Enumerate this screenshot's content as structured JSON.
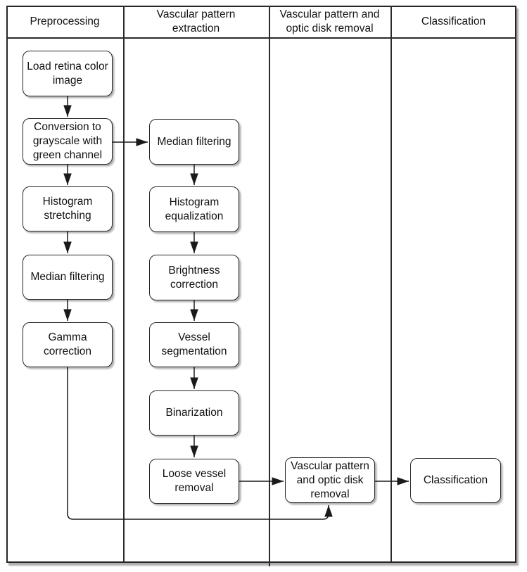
{
  "header": {
    "columns": [
      {
        "label": "Preprocessing"
      },
      {
        "label": "Vascular pattern extraction"
      },
      {
        "label": "Vascular pattern and optic disk removal"
      },
      {
        "label": "Classification"
      }
    ]
  },
  "nodes": {
    "load_retina_color_image": "Load retina color image",
    "conversion_to_grayscale": "Conversion to grayscale with green channel",
    "histogram_stretching": "Histogram stretching",
    "median_filtering_pre": "Median filtering",
    "gamma_correction": "Gamma correction",
    "median_filtering_vpe": "Median filtering",
    "histogram_equalization": "Histogram equalization",
    "brightness_correction": "Brightness correction",
    "vessel_segmentation": "Vessel segmentation",
    "binarization": "Binarization",
    "loose_vessel_removal": "Loose vessel removal",
    "vascular_pattern_and_optic_disk_removal": "Vascular pattern and optic disk removal",
    "classification": "Classification"
  },
  "edges": [
    {
      "from": "load_retina_color_image",
      "to": "conversion_to_grayscale"
    },
    {
      "from": "conversion_to_grayscale",
      "to": "histogram_stretching"
    },
    {
      "from": "conversion_to_grayscale",
      "to": "median_filtering_vpe"
    },
    {
      "from": "histogram_stretching",
      "to": "median_filtering_pre"
    },
    {
      "from": "median_filtering_pre",
      "to": "gamma_correction"
    },
    {
      "from": "gamma_correction",
      "to": "vascular_pattern_and_optic_disk_removal"
    },
    {
      "from": "median_filtering_vpe",
      "to": "histogram_equalization"
    },
    {
      "from": "histogram_equalization",
      "to": "brightness_correction"
    },
    {
      "from": "brightness_correction",
      "to": "vessel_segmentation"
    },
    {
      "from": "vessel_segmentation",
      "to": "binarization"
    },
    {
      "from": "binarization",
      "to": "loose_vessel_removal"
    },
    {
      "from": "loose_vessel_removal",
      "to": "vascular_pattern_and_optic_disk_removal"
    },
    {
      "from": "vascular_pattern_and_optic_disk_removal",
      "to": "classification"
    }
  ],
  "colors": {
    "line": "#262626",
    "box_fill": "#ffffff",
    "background": "#ffffff",
    "shadow": "#b3b3b3",
    "text": "#111111"
  }
}
